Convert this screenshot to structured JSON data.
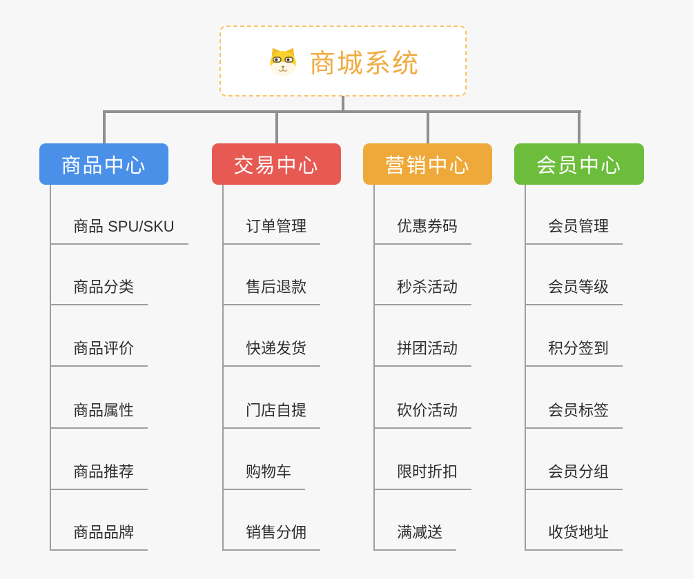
{
  "root": {
    "title": "商城系统",
    "icon": "shiba-dog-icon",
    "title_color": "#f0ac43",
    "border_color": "#f8c46a"
  },
  "colors": {
    "background": "#f7f7f7",
    "connector": "#8f8f8f",
    "leaf_line": "#9e9e9e",
    "leaf_text": "#2e2e2e"
  },
  "columns": [
    {
      "label": "商品中心",
      "color": "#4a90e9",
      "items": [
        "商品 SPU/SKU",
        "商品分类",
        "商品评价",
        "商品属性",
        "商品推荐",
        "商品品牌"
      ]
    },
    {
      "label": "交易中心",
      "color": "#e75a53",
      "items": [
        "订单管理",
        "售后退款",
        "快递发货",
        "门店自提",
        "购物车",
        "销售分佣"
      ]
    },
    {
      "label": "营销中心",
      "color": "#efa93b",
      "items": [
        "优惠券码",
        "秒杀活动",
        "拼团活动",
        "砍价活动",
        "限时折扣",
        "满减送"
      ]
    },
    {
      "label": "会员中心",
      "color": "#6cbd3b",
      "items": [
        "会员管理",
        "会员等级",
        "积分签到",
        "会员标签",
        "会员分组",
        "收货地址"
      ]
    }
  ]
}
